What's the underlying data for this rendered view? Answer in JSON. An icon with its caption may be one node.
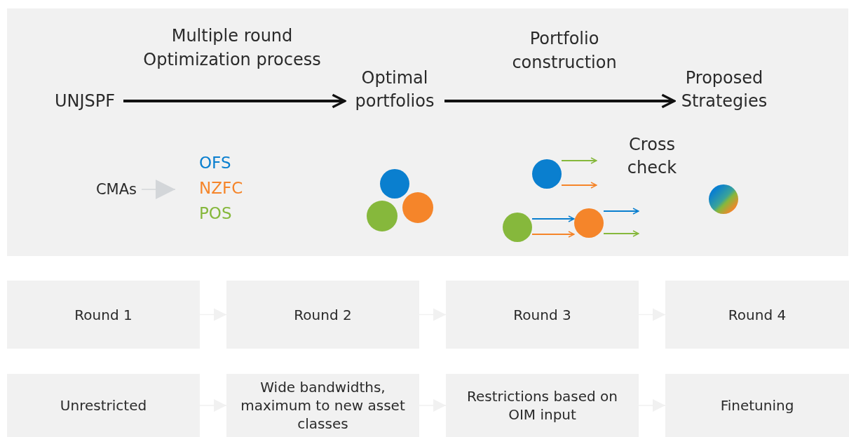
{
  "diagram": {
    "nodes": [
      {
        "text": [],
        "shape": "box"
      },
      {
        "text": [
          "UNJSPF"
        ],
        "in": 0
      },
      {
        "text": [
          "Optimal portfolios"
        ],
        "in": 0
      },
      {
        "text": [
          "Proposed Strategies"
        ],
        "in": 0
      },
      {
        "text": [
          "CMAs"
        ],
        "in": 0
      },
      {
        "text": [
          "OFS",
          "NZFC",
          "POS"
        ],
        "in": 0
      },
      {
        "text": [],
        "shape": "circle",
        "in": 0
      },
      {
        "text": [],
        "shape": "circle",
        "in": 0
      },
      {
        "text": [],
        "shape": "circle",
        "in": 0
      },
      {
        "text": [],
        "shape": "circle",
        "in": 0
      },
      {
        "text": [],
        "shape": "circle",
        "in": 0
      },
      {
        "text": [],
        "shape": "circle",
        "in": 0
      },
      {
        "text": [],
        "shape": "circle",
        "in": 0
      },
      {
        "text": [
          "Round 1"
        ]
      },
      {
        "text": [
          "Round 2"
        ]
      },
      {
        "text": [
          "Round 3"
        ]
      },
      {
        "text": [
          "Round 4"
        ]
      },
      {
        "text": [
          "Unrestricted"
        ]
      },
      {
        "text": [
          "Wide bandwidths, maximum to new asset classes"
        ]
      },
      {
        "text": [
          "Restrictions based on OIM input"
        ]
      },
      {
        "text": [
          "Finetuning"
        ]
      }
    ],
    "edges": [
      {
        "from": 1,
        "to": 2,
        "arrow": "to",
        "label": "Multiple round Optimization process",
        "style": "thick",
        "color": "#111111"
      },
      {
        "from": 2,
        "to": 3,
        "arrow": "to",
        "label": "Portfolio construction",
        "style": "thick",
        "color": "#111111"
      },
      {
        "from": 4,
        "to": 5,
        "arrow": "to",
        "color": "#d3d6d9"
      },
      {
        "from": 10,
        "to": null,
        "arrow": "to",
        "color": "#86b83c"
      },
      {
        "from": 10,
        "to": null,
        "arrow": "to",
        "color": "#f5852a"
      },
      {
        "from": 9,
        "to": 11,
        "arrow": "to",
        "color": "#0a7fcf"
      },
      {
        "from": 9,
        "to": 11,
        "arrow": "to",
        "color": "#f5852a"
      },
      {
        "from": 11,
        "to": null,
        "arrow": "to",
        "color": "#0a7fcf"
      },
      {
        "from": 11,
        "to": null,
        "arrow": "to",
        "color": "#86b83c"
      },
      {
        "from": 13,
        "to": 14,
        "arrow": "to",
        "color": "#f1f1f1"
      },
      {
        "from": 14,
        "to": 15,
        "arrow": "to",
        "color": "#f1f1f1"
      },
      {
        "from": 15,
        "to": 16,
        "arrow": "to",
        "color": "#f1f1f1"
      },
      {
        "from": 17,
        "to": 18,
        "arrow": "to",
        "color": "#f1f1f1"
      },
      {
        "from": 18,
        "to": 19,
        "arrow": "to",
        "color": "#f1f1f1"
      },
      {
        "from": 19,
        "to": 20,
        "arrow": "to",
        "color": "#f1f1f1"
      }
    ],
    "labels": [
      "Cross check"
    ]
  }
}
